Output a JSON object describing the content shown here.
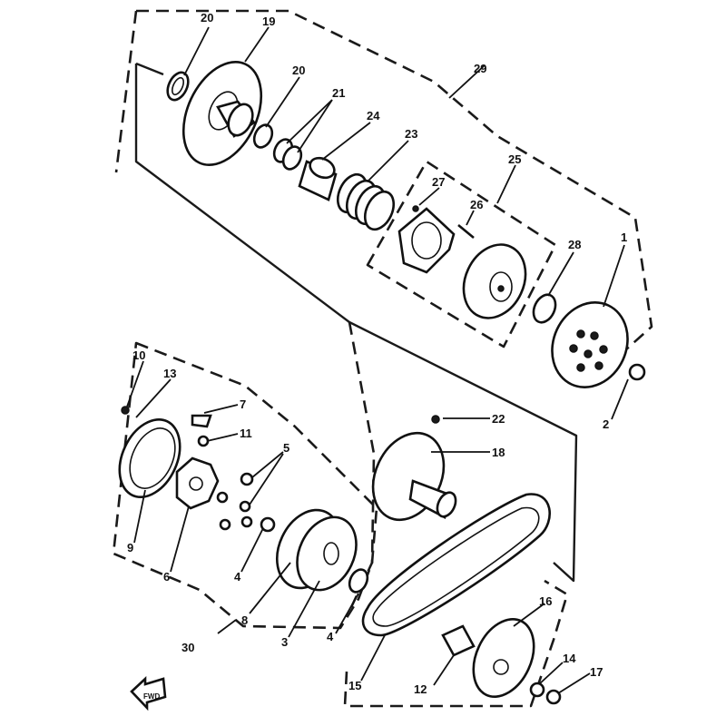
{
  "callouts": {
    "n1": "1",
    "n2": "2",
    "n3": "3",
    "n4a": "4",
    "n4b": "4",
    "n5": "5",
    "n6": "6",
    "n7": "7",
    "n8": "8",
    "n9": "9",
    "n10": "10",
    "n11": "11",
    "n12": "12",
    "n13": "13",
    "n14": "14",
    "n15": "15",
    "n16": "16",
    "n17": "17",
    "n18": "18",
    "n19": "19",
    "n20a": "20",
    "n20b": "20",
    "n21": "21",
    "n22": "22",
    "n23": "23",
    "n24": "24",
    "n25": "25",
    "n26": "26",
    "n27": "27",
    "n28": "28",
    "n29": "29",
    "n30": "30"
  },
  "fwd_label": "FWD",
  "colors": {
    "ink": "#111111",
    "paper": "#ffffff"
  }
}
